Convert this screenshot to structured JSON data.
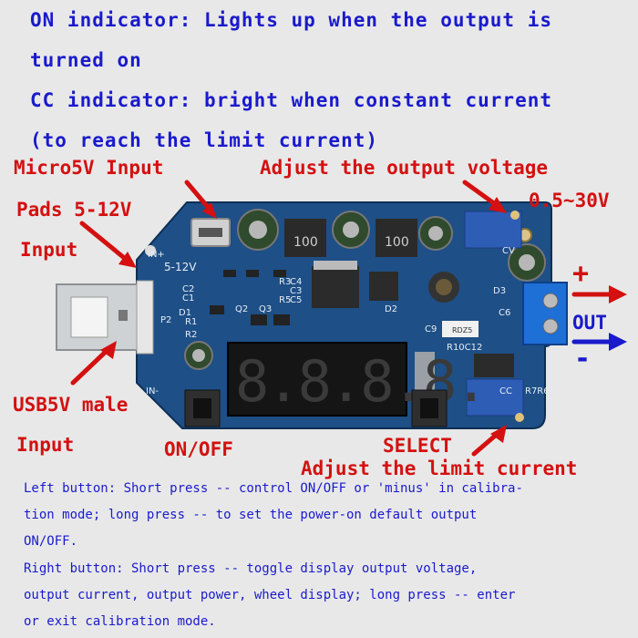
{
  "top_text": {
    "line1": "ON indicator: Lights up when the output is",
    "line2": "turned on",
    "line3": "CC indicator: bright when constant current",
    "line4": "(to reach the limit current)"
  },
  "labels": {
    "micro5v": "Micro5V Input",
    "adjust_voltage": "Adjust the output voltage",
    "pads": "Pads 5-12V",
    "pads_input": "Input",
    "voltage_range": "0.5~30V",
    "usb5v": "USB5V male",
    "usb_input": "Input",
    "onoff": "ON/OFF",
    "select": "SELECT",
    "adjust_current": "Adjust the limit current",
    "out_plus": "+",
    "out": "OUT",
    "out_minus": "-"
  },
  "board": {
    "display_digits": "8.8.8.8.",
    "silk": {
      "in_plus": "IN+",
      "in_minus": "IN-",
      "v512": "5-12V",
      "cv": "CV",
      "cc": "CC",
      "p2": "P2",
      "q2": "Q2",
      "q3": "Q3",
      "d1": "D1",
      "d2": "D2",
      "d3": "D3",
      "c1": "C1",
      "c2": "C2",
      "c3": "C3",
      "c4": "C4",
      "c5": "C5",
      "c6": "C6",
      "c9": "C9",
      "r1": "R1",
      "r2": "R2",
      "r3": "R3",
      "r5": "R5",
      "r7r6": "R7R6",
      "r10c12": "R10C12",
      "inductor": "100",
      "rdz5": "RDZ5"
    }
  },
  "bottom_text": {
    "line1": "Left button: Short press -- control ON/OFF or 'minus' in calibra-",
    "line2": "tion mode; long press -- to set the power-on default output",
    "line3": "ON/OFF.",
    "line4": "Right button: Short press -- toggle display output voltage,",
    "line5": "output current, output power, wheel display; long press -- enter",
    "line6": "or exit calibration mode."
  },
  "colors": {
    "pcb": "#1e4f86",
    "label_red": "#d41010",
    "label_blue": "#1a1acc"
  }
}
